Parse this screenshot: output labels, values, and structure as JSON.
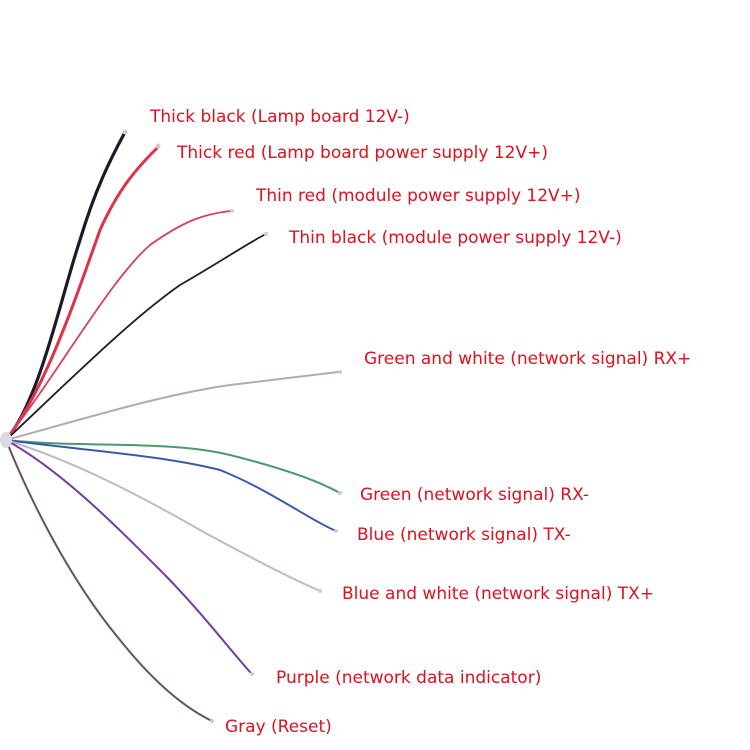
{
  "label_color": "#e0101e",
  "wires": [
    {
      "label": "Thick  black (Lamp board  12V-)",
      "color": "#1a1a2a",
      "tip": "#cccccc"
    },
    {
      "label": "Thick  red (Lamp board power supply 12V+)",
      "color": "#e0304a",
      "tip": "#cccccc"
    },
    {
      "label": "Thin red (module power supply 12V+)",
      "color": "#d8405a",
      "tip": "#cccccc"
    },
    {
      "label": "Thin black (module power supply 12V-)",
      "color": "#1e1e28",
      "tip": "#cccccc"
    },
    {
      "label": "Green and white (network signal) RX+",
      "color": "#b8a8a8",
      "tip": "#cccccc"
    },
    {
      "label": "Green (network signal) RX-",
      "color": "#4a9a6a",
      "tip": "#cccccc"
    },
    {
      "label": "Blue (network signal) TX-",
      "color": "#3a5aa8",
      "tip": "#cccccc"
    },
    {
      "label": "Blue and white (network signal) TX+",
      "color": "#c0b8c8",
      "tip": "#cccccc"
    },
    {
      "label": "Purple (network data indicator)",
      "color": "#7a3a9a",
      "tip": "#cccccc"
    },
    {
      "label": "Gray (Reset)",
      "color": "#6a5058",
      "tip": "#cccccc"
    }
  ]
}
